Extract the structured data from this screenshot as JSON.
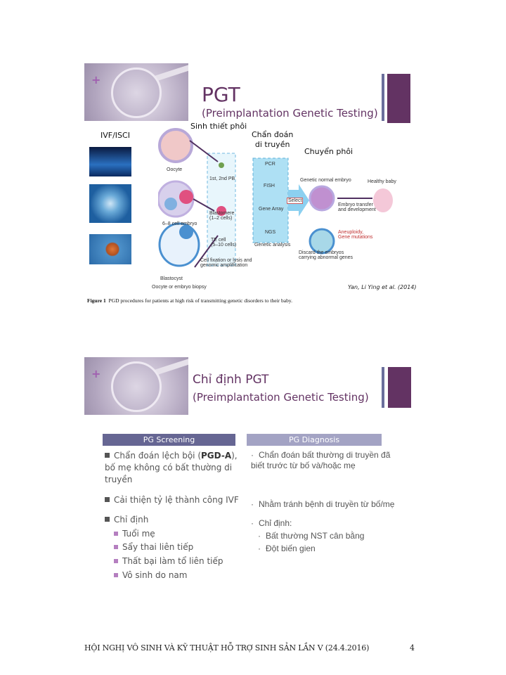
{
  "slide1": {
    "title": "PGT",
    "subtitle": "(Preimplantation Genetic Testing)",
    "labels": {
      "ivf": "IVF/ISCI",
      "biopsy": "Sinh thiết phôi",
      "diagnosis": "Chẩn đoán\ndi truyền",
      "transfer": "Chuyển phôi"
    },
    "figure": {
      "oocyte": "Oocyte",
      "embryo68": "6–8 cell embryo",
      "blastocyst": "Blastocyst",
      "biopsy_caption": "Oocyte or embryo biopsy",
      "pb": "1st, 2nd PB",
      "blastomere": "Blastomere\n(1–2 cells)",
      "te": "TE cell\n(5–10 cells)",
      "fixation": "Cell fixation or lysis and\ngenomic amplification",
      "methods": [
        "PCR",
        "FISH",
        "Gene Array",
        "NGS"
      ],
      "analysis": "Genetic analysis",
      "select": "Select",
      "normal": "Genetic normal embryo",
      "healthy": "Healthy baby",
      "transfer": "Embryo transfer\nand development",
      "aneuploidy": "Aneuploidy,\nGene mutations",
      "discard": "Discard the embryos\ncarrying abnormal genes"
    },
    "citation": "Yan, Li Ying et al. (2014)",
    "caption_label": "Figure 1",
    "caption": "PGD procedures for patients at high risk of transmitting genetic disorders to their baby."
  },
  "slide2": {
    "title": "Chỉ định PGT",
    "subtitle": "(Preimplantation Genetic Testing)",
    "screening": {
      "header": "PG Screening",
      "items": [
        "Chẩn đoán lệch bội (",
        "PGD-A",
        "),\nbố mẹ không có bất thường di\ntruyền",
        "Cải thiện tỷ lệ thành công IVF",
        "Chỉ định"
      ],
      "sub": [
        "Tuổi mẹ",
        "Sẩy thai liên tiếp",
        "Thất bại làm tổ liên tiếp",
        "Vô sinh do nam"
      ]
    },
    "diagnosis": {
      "header": "PG Diagnosis",
      "items": [
        "Chẩn đoán bất thường di truyền đã\nbiết trước từ bố và/hoặc mẹ",
        "Nhằm tránh bệnh di truyền từ bố/mẹ",
        "Chỉ định:"
      ],
      "sub": [
        "Bất thường NST cân bằng",
        "Đột biến gien"
      ]
    }
  },
  "footer": {
    "text": "HỘI NGHỊ VÔ SINH VÀ KỸ THUẬT HỖ TRỢ SINH SẢN LẦN V (24.4.2016)",
    "page": "4"
  },
  "colors": {
    "purple": "#633363",
    "screening": "#666693",
    "diagnosis": "#a3a3c4"
  }
}
